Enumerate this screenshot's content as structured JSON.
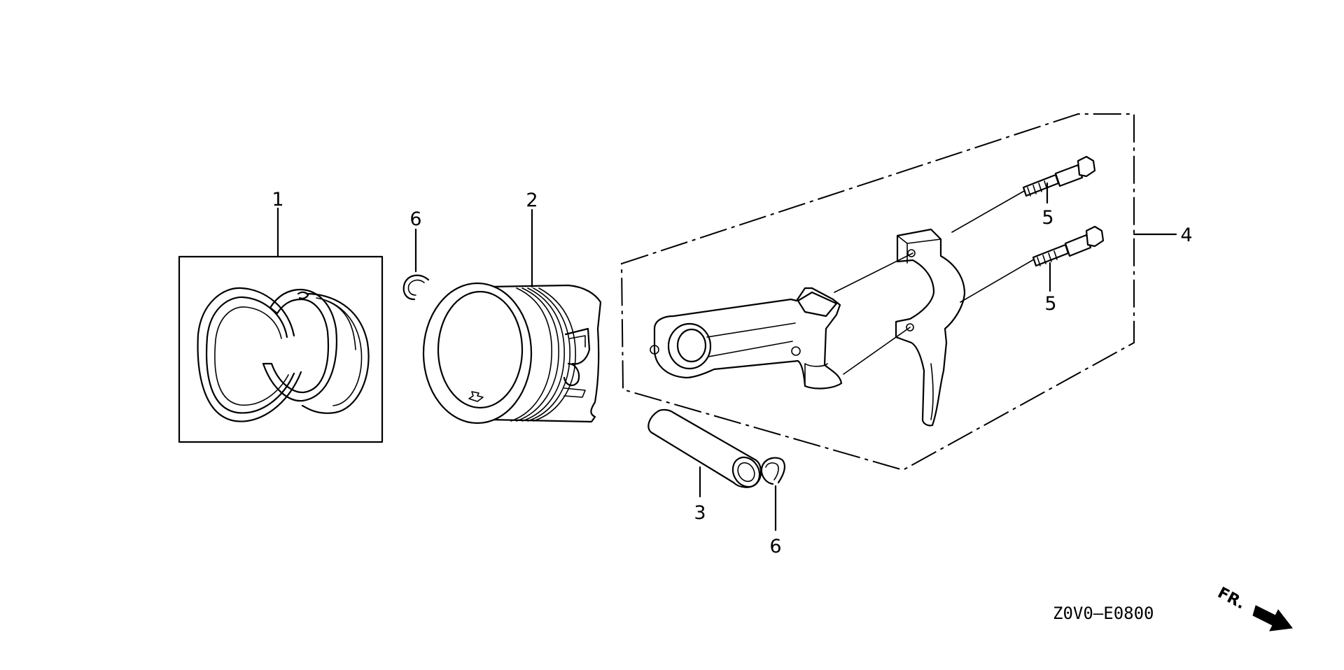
{
  "diagram_code": "Z0V0—E0800",
  "direction_label": "FR.",
  "callouts": {
    "piston_ring_set": "1",
    "piston": "2",
    "piston_pin": "3",
    "connecting_rod_assembly": "4",
    "rod_bolt_upper": "5",
    "rod_bolt_lower": "5",
    "pin_clip_left": "6",
    "pin_clip_right": "6"
  }
}
